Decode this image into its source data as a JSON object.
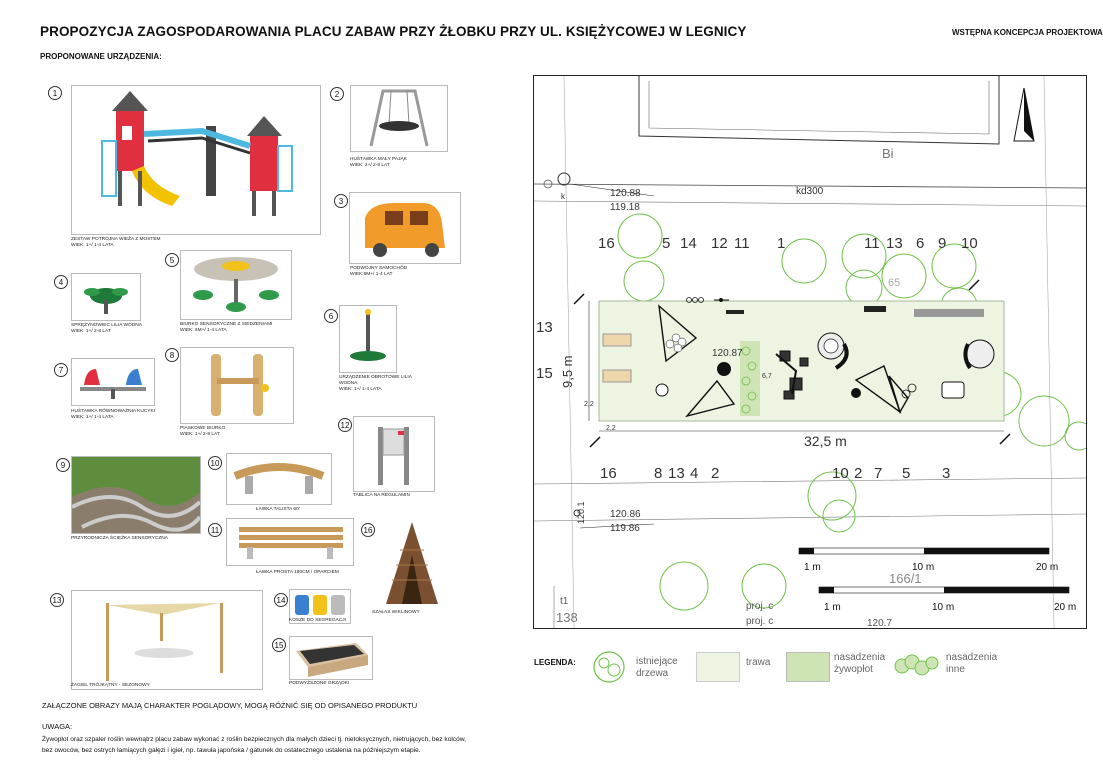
{
  "header": {
    "title": "PROPOZYCJA ZAGOSPODAROWANIA PLACU ZABAW PRZY ŻŁOBKU PRZY UL.  KSIĘŻYCOWEJ W LEGNICY",
    "subtitle": "WSTĘPNA KONCEPCJA PROJEKTOWA",
    "section": "PROPONOWANE URZĄDZENIA:"
  },
  "items": [
    {
      "no": "1",
      "caption": "ZESTAW POTRÓJNA WIEŻA Z MOSTEM\nWIEK: 1+/ 1-4 LATA"
    },
    {
      "no": "2",
      "caption": "HUŚTAWKA MAŁY PAJĄK\nWIEK: 2+/ 2-8 LAT"
    },
    {
      "no": "3",
      "caption": "PODWÓJNY SAMOCHÓD\nWIEK:6m+/ 1-4 LAT"
    },
    {
      "no": "4",
      "caption": "SPRĘŻYNOWIEC LILIA WODNA\nWIEK: 1+/ 2-8 LAT"
    },
    {
      "no": "5",
      "caption": "BIURKO SENSORYCZNE Z SIEDZENIAMI\nWIEK: 6m+/ 1-4 LATA"
    },
    {
      "no": "6",
      "caption": "URZĄDZENIE OBROTOWE LILIA WODNA\nWIEK: 1+/ 1-4 LATA"
    },
    {
      "no": "7",
      "caption": "HUŚTAWKA RÓWNOWAŻNIA KUCYKI\nWIEK: 1+/ 1-4 LATA"
    },
    {
      "no": "8",
      "caption": "PIASKOWE BIURKO\nWIEK: 1+/ 2-8 LAT"
    },
    {
      "no": "9",
      "caption": "PRZYRODNICZA ŚCIEŻKA SENSORYCZNA"
    },
    {
      "no": "10",
      "caption": "ŁAWKA TALISTA 60'"
    },
    {
      "no": "11",
      "caption": "ŁAWKA PROSTA 180cm / OPARCIEM"
    },
    {
      "no": "12",
      "caption": "TABLICA NA REGULAMIN"
    },
    {
      "no": "13",
      "caption": "ŻAGIEL TRÓJKĄTNY - SEZONOWY"
    },
    {
      "no": "14",
      "caption": "KOSZE DO SEGREGACJI"
    },
    {
      "no": "15",
      "caption": "PODWYŻSZONE GRZĄDKI"
    },
    {
      "no": "16",
      "caption": "SZAŁAS WIKLINOWY"
    }
  ],
  "notes": {
    "disclaimer": "ZAŁĄCZONE OBRAZY MAJĄ CHARAKTER POGLĄDOWY, MOGĄ RÓŻNIĆ SIĘ OD OPISANEGO PRODUKTU",
    "uwaga_label": "UWAGA:",
    "line1": "Żywopłot oraz szpaler roślin wewnątrz placu zabaw wykonać z roślin bezpiecznych dla małych dzieci tj. nietoksycznych, nietrujących, bez kolców,",
    "line2": "bez owoców, bez ostrych łamiących gałęzi i igieł, np. tawuła japońska  / gatunek do ostatecznego ustalenia na późniejszym etapie."
  },
  "plan": {
    "label_bi": "Bi",
    "label_kd": "kd300",
    "label_k": "k",
    "elev1": "120.88",
    "elev2": "119.18",
    "elev3": "120.86",
    "elev4": "119.86",
    "elev5": "120.7",
    "elev_center": "120.87",
    "elev_left": "120.1",
    "parcel": "166/1",
    "parcel2": "138",
    "t1": "t1",
    "proj1": "proj. c",
    "proj2": "proj. c",
    "dim_width": "32,5 m",
    "dim_height": "9,5 m",
    "dim_6": "6,7",
    "dim_2": "2,2",
    "dim_3": "2,2",
    "top_labels": [
      "16",
      "5",
      "14",
      "12",
      "11",
      "1",
      "11",
      "13",
      "6",
      "9",
      "10"
    ],
    "side_labels": [
      "13",
      "15"
    ],
    "bottom_labels": [
      "16",
      "8",
      "13",
      "4",
      "2",
      "10",
      "2",
      "7",
      "5",
      "3"
    ],
    "scale1": [
      "1 m",
      "10 m",
      "20 m"
    ],
    "scale2": [
      "1 m",
      "10 m",
      "20 m"
    ],
    "label_65": "65",
    "label_north": "N"
  },
  "legend": {
    "label": "LEGENDA:",
    "trees": "istniejące\ndrzewa",
    "grass": "trawa",
    "hedge": "nasadzenia\nżywopłot",
    "other": "nasadzenia\ninne"
  },
  "colors": {
    "grass": "#eef4e2",
    "hedge": "#cfe4b4",
    "tree": "#6fc24a"
  }
}
